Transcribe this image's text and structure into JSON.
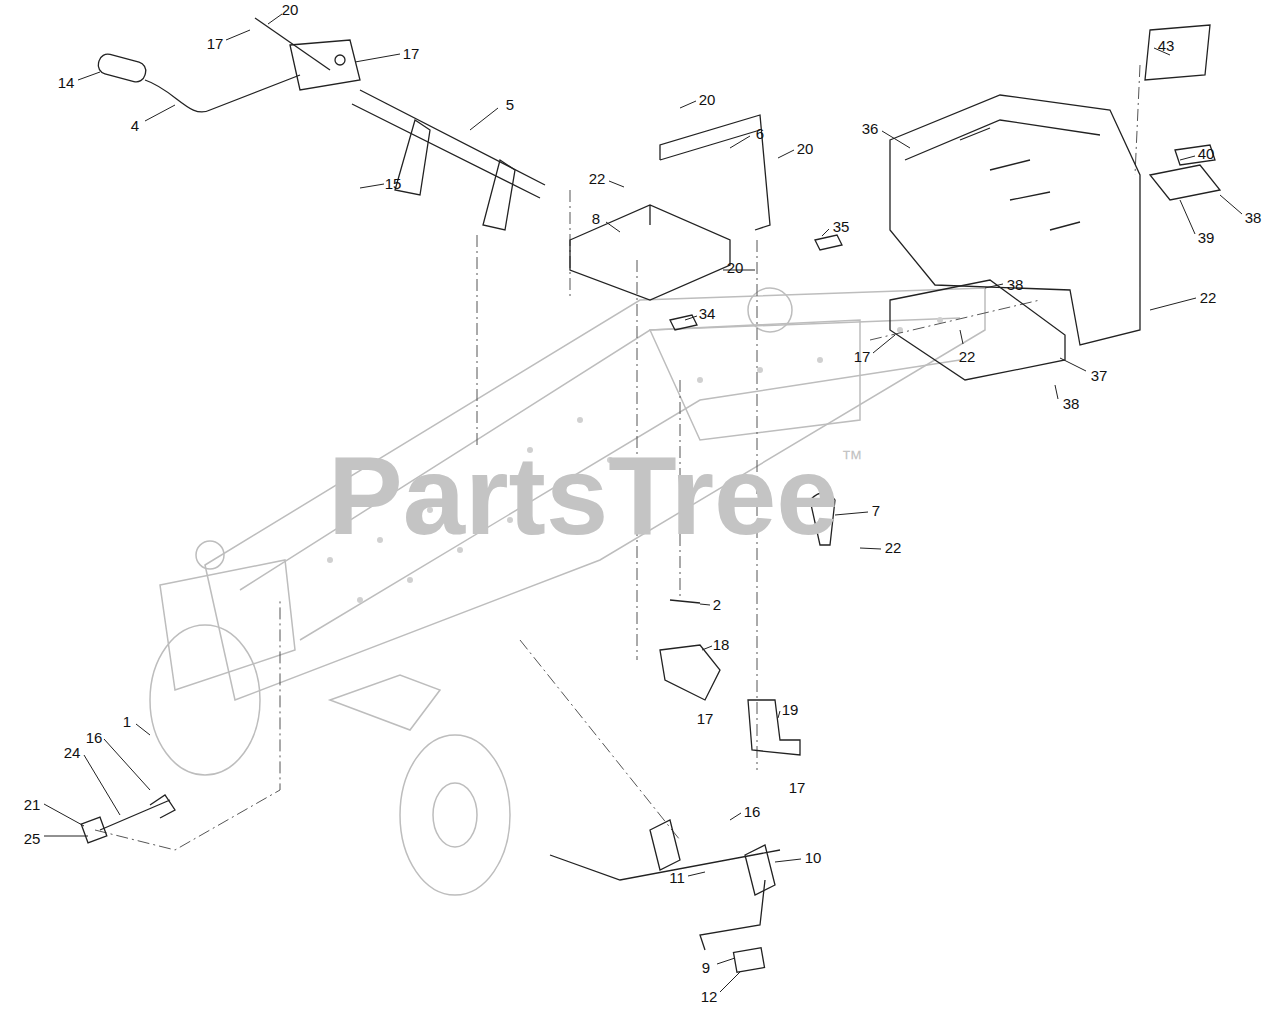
{
  "diagram": {
    "labels": [
      "20",
      "17",
      "17",
      "14",
      "4",
      "5",
      "15",
      "20",
      "6",
      "20",
      "22",
      "8",
      "35",
      "20",
      "34",
      "43",
      "40",
      "36",
      "38",
      "39",
      "38",
      "22",
      "17",
      "22",
      "37",
      "38",
      "7",
      "22",
      "2",
      "18",
      "17",
      "19",
      "17",
      "1",
      "16",
      "24",
      "21",
      "25",
      "16",
      "10",
      "11",
      "9",
      "12",
      "PartsTree",
      "™"
    ]
  }
}
